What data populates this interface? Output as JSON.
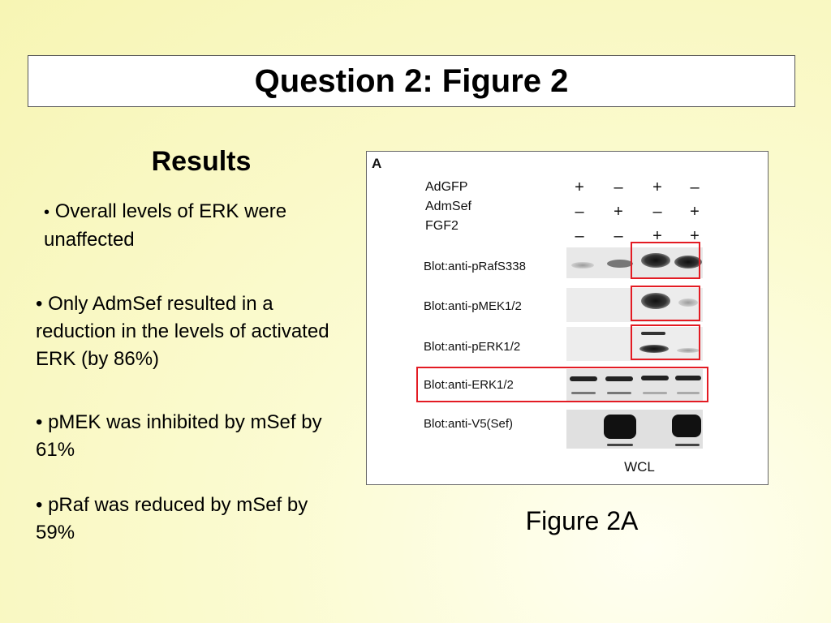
{
  "title": "Question 2: Figure 2",
  "results_heading": "Results",
  "bullets": [
    "Overall levels of ERK were unaffected",
    "Only AdmSef resulted in a reduction in the levels of activated ERK (by 86%)",
    "pMEK was inhibited by mSef by 61%",
    "pRaf was reduced by mSef by 59%"
  ],
  "bullet_glyph": "•",
  "figure": {
    "panel_letter": "A",
    "conditions": [
      {
        "label": "AdGFP",
        "signs": [
          "+",
          "–",
          "+",
          "–"
        ]
      },
      {
        "label": "AdmSef",
        "signs": [
          "–",
          "+",
          "–",
          "+"
        ]
      },
      {
        "label": "FGF2",
        "signs": [
          "–",
          "–",
          "+",
          "+"
        ]
      }
    ],
    "blots": [
      {
        "label": "Blot:anti-pRafS338"
      },
      {
        "label": "Blot:anti-pMEK1/2"
      },
      {
        "label": "Blot:anti-pERK1/2"
      },
      {
        "label": "Blot:anti-ERK1/2"
      },
      {
        "label": "Blot:anti-V5(Sef)"
      }
    ],
    "footer": "WCL",
    "highlight_color": "#e31b23"
  },
  "caption": "Figure 2A"
}
